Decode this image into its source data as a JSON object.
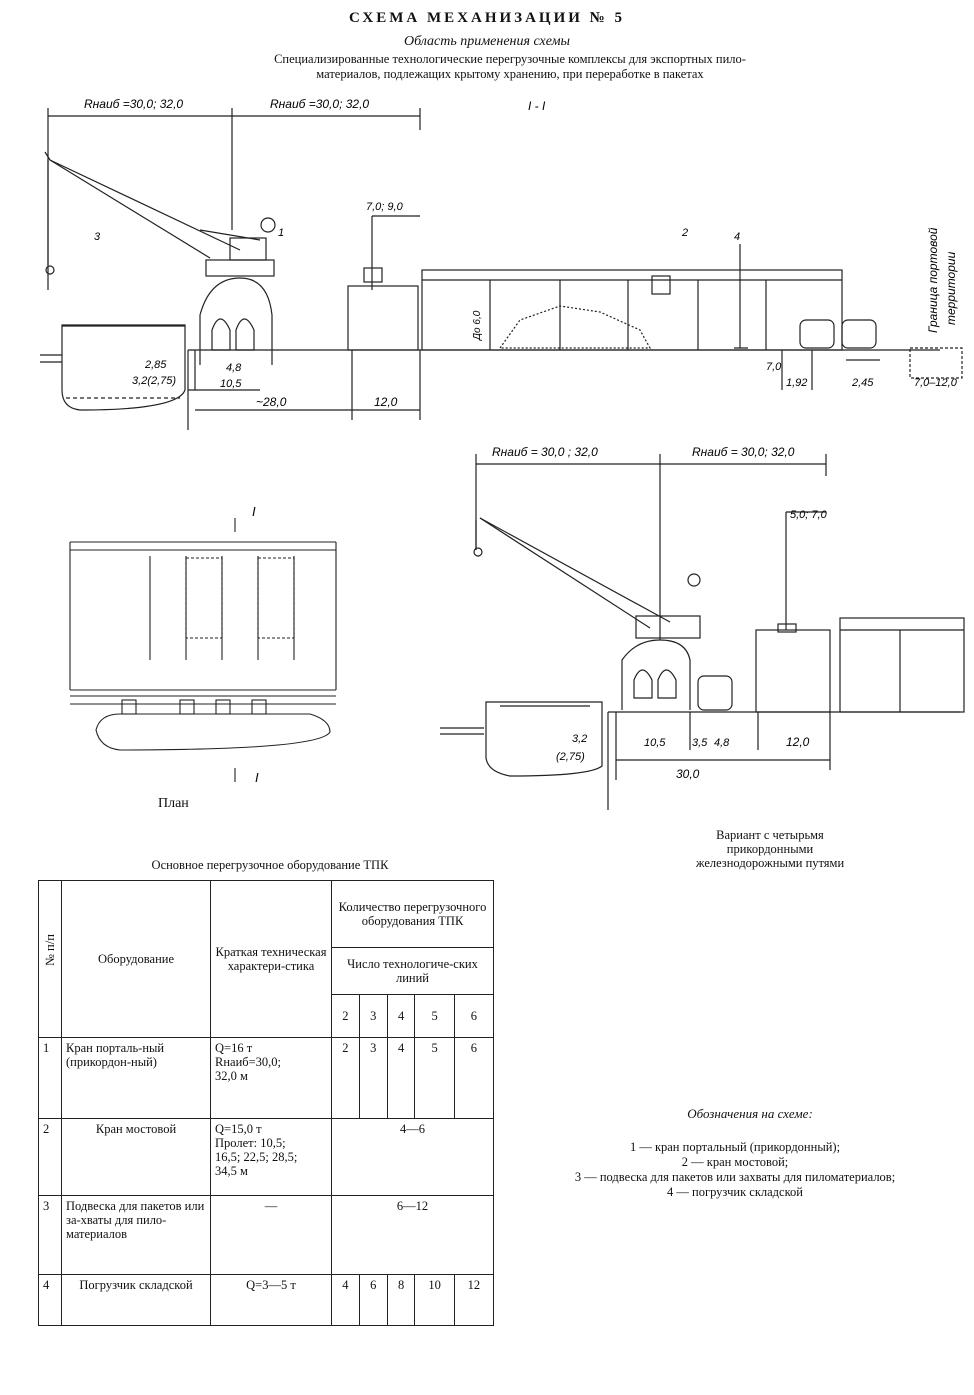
{
  "header": {
    "title": "СХЕМА МЕХАНИЗАЦИИ № 5",
    "subtitle": "Область применения схемы",
    "desc_line1": "Специализированные технологические перегрузочные комплексы для экспортных пило-",
    "desc_line2": "материалов, подлежащих крытому хранению, при переработке в пакетах"
  },
  "section_top": {
    "section_mark": "I - I",
    "r_left": "Rнаиб =30,0; 32,0",
    "r_right": "Rнаиб =30,0; 32,0",
    "dim_7_9": "7,0; 9,0",
    "num1": "1",
    "num2": "2",
    "num3": "3",
    "num4": "4",
    "stack_height": "До 6,0",
    "d_285": "2,85",
    "d_32": "3,2(2,75)",
    "d_48": "4,8",
    "d_105": "10,5",
    "d_28": "~28,0",
    "d_12": "12,0",
    "d_70": "7,0",
    "d_192": "1,92",
    "d_245": "2,45",
    "d_70_120": "7,0–12,0",
    "border_label_1": "Граница портовой",
    "border_label_2": "территории"
  },
  "section_bottom": {
    "r_left": "Rнаиб = 30,0 ; 32,0",
    "r_right": "Rнаиб = 30,0; 32,0",
    "dim_5_7": "5,0; 7,0",
    "d_32": "3,2",
    "d_275": "(2,75)",
    "d_105": "10,5",
    "d_35": "3,5",
    "d_48": "4,8",
    "d_12": "12,0",
    "d_30": "30,0"
  },
  "plan": {
    "cut_top": "I",
    "cut_bottom": "I",
    "label": "План"
  },
  "variant": {
    "line1": "Вариант с четырьмя",
    "line2": "прикордонными",
    "line3": "железнодорожными путями"
  },
  "table": {
    "caption": "Основное перегрузочное оборудование ТПК",
    "col_no": "№ п/п",
    "col_equipment": "Оборудование",
    "col_char": "Краткая техническая характери-стика",
    "col_qty": "Количество перегрузочного оборудования ТПК",
    "col_lines": "Число технологиче-ских линий",
    "line_counts": [
      "2",
      "3",
      "4",
      "5",
      "6"
    ],
    "rows": [
      {
        "no": "1",
        "name": "Кран порталь-ный (прикордон-ный)",
        "char1": "Q=16 т",
        "char2": "Rнаиб=30,0;",
        "char3": "32,0 м",
        "qty": [
          "2",
          "3",
          "4",
          "5",
          "6"
        ]
      },
      {
        "no": "2",
        "name": "Кран мостовой",
        "char1": "Q=15,0 т",
        "char2": "Пролет: 10,5;",
        "char3": "16,5; 22,5; 28,5;",
        "char4": "34,5 м",
        "qty_span": "4—6"
      },
      {
        "no": "3",
        "name": "Подвеска для пакетов или за-хваты для пило-материалов",
        "char1": "—",
        "qty_span": "6—12"
      },
      {
        "no": "4",
        "name": "Погрузчик складской",
        "char1": "Q=3—5 т",
        "qty": [
          "4",
          "6",
          "8",
          "10",
          "12"
        ]
      }
    ]
  },
  "legend": {
    "head": "Обозначения на схеме:",
    "l1": "1 — кран портальный (прикордонный);",
    "l2": "2 — кран мостовой;",
    "l3": "3 — подвеска  для пакетов или захваты для пиломатериалов;",
    "l4": "4 — погрузчик складской"
  }
}
